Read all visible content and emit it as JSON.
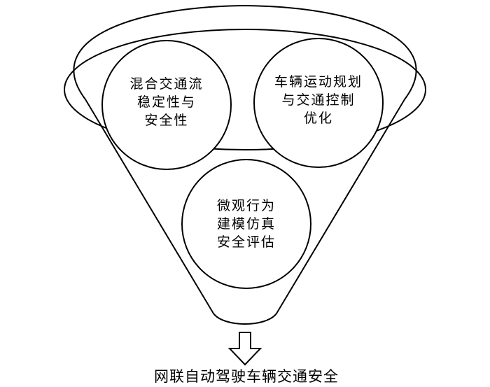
{
  "nodes": {
    "stability": {
      "lines": [
        "混合交通流",
        "稳定性与",
        "安全性"
      ]
    },
    "planning": {
      "lines": [
        "车辆运动规划",
        "与交通控制",
        "优化"
      ]
    },
    "simulation": {
      "lines": [
        "微观行为",
        "建模仿真",
        "安全评估"
      ]
    }
  },
  "output": {
    "label": "网联自动驾驶车辆交通安全"
  },
  "colors": {
    "stroke": "#000000",
    "background": "#ffffff"
  }
}
